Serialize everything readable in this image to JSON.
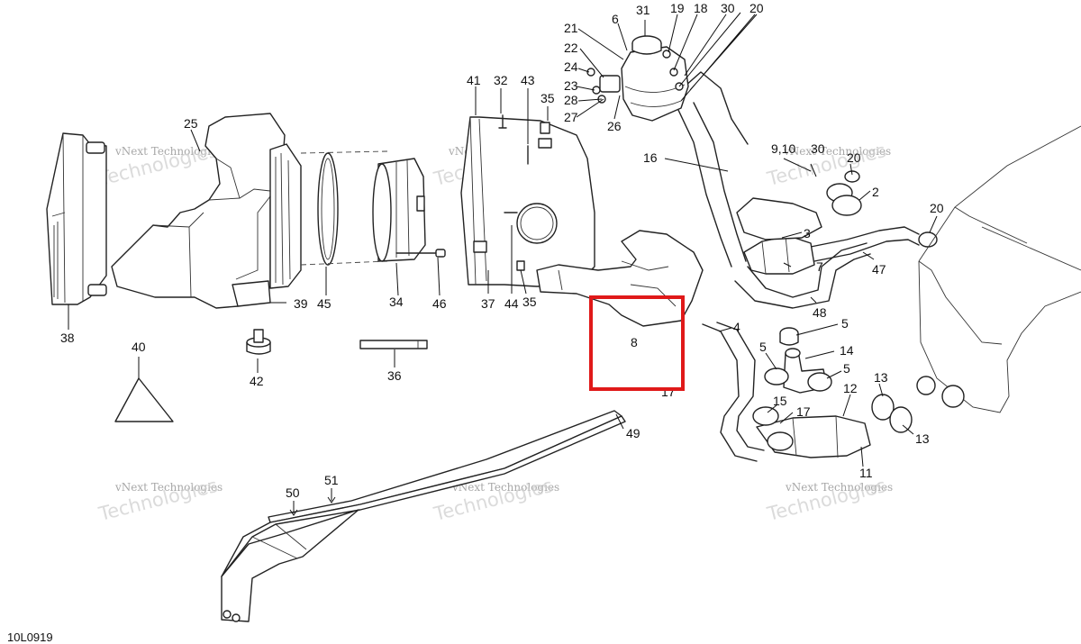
{
  "diagram_code": "10L0919",
  "highlighted_part": "8",
  "watermark": {
    "line1": "vNext Technologies",
    "line2": "Technologies"
  },
  "callouts": {
    "c2": "2",
    "c3": "3",
    "c4": "4",
    "c5a": "5",
    "c5b": "5",
    "c5c": "5",
    "c6": "6",
    "c7": "7",
    "c8": "8",
    "c910": "9,10",
    "c11": "11",
    "c12": "12",
    "c13a": "13",
    "c13b": "13",
    "c14": "14",
    "c15": "15",
    "c16": "16",
    "c17a": "17",
    "c17b": "17",
    "c18": "18",
    "c19": "19",
    "c20a": "20",
    "c20b": "20",
    "c20c": "20",
    "c21": "21",
    "c22": "22",
    "c23": "23",
    "c24": "24",
    "c25": "25",
    "c26": "26",
    "c27": "27",
    "c28": "28",
    "c30a": "30",
    "c30b": "30",
    "c31": "31",
    "c32": "32",
    "c34": "34",
    "c35a": "35",
    "c35b": "35",
    "c36": "36",
    "c37": "37",
    "c38": "38",
    "c39": "39",
    "c40": "40",
    "c41": "41",
    "c42": "42",
    "c43": "43",
    "c44": "44",
    "c45": "45",
    "c46": "46",
    "c47": "47",
    "c48": "48",
    "c49": "49",
    "c50": "50",
    "c51": "51"
  }
}
